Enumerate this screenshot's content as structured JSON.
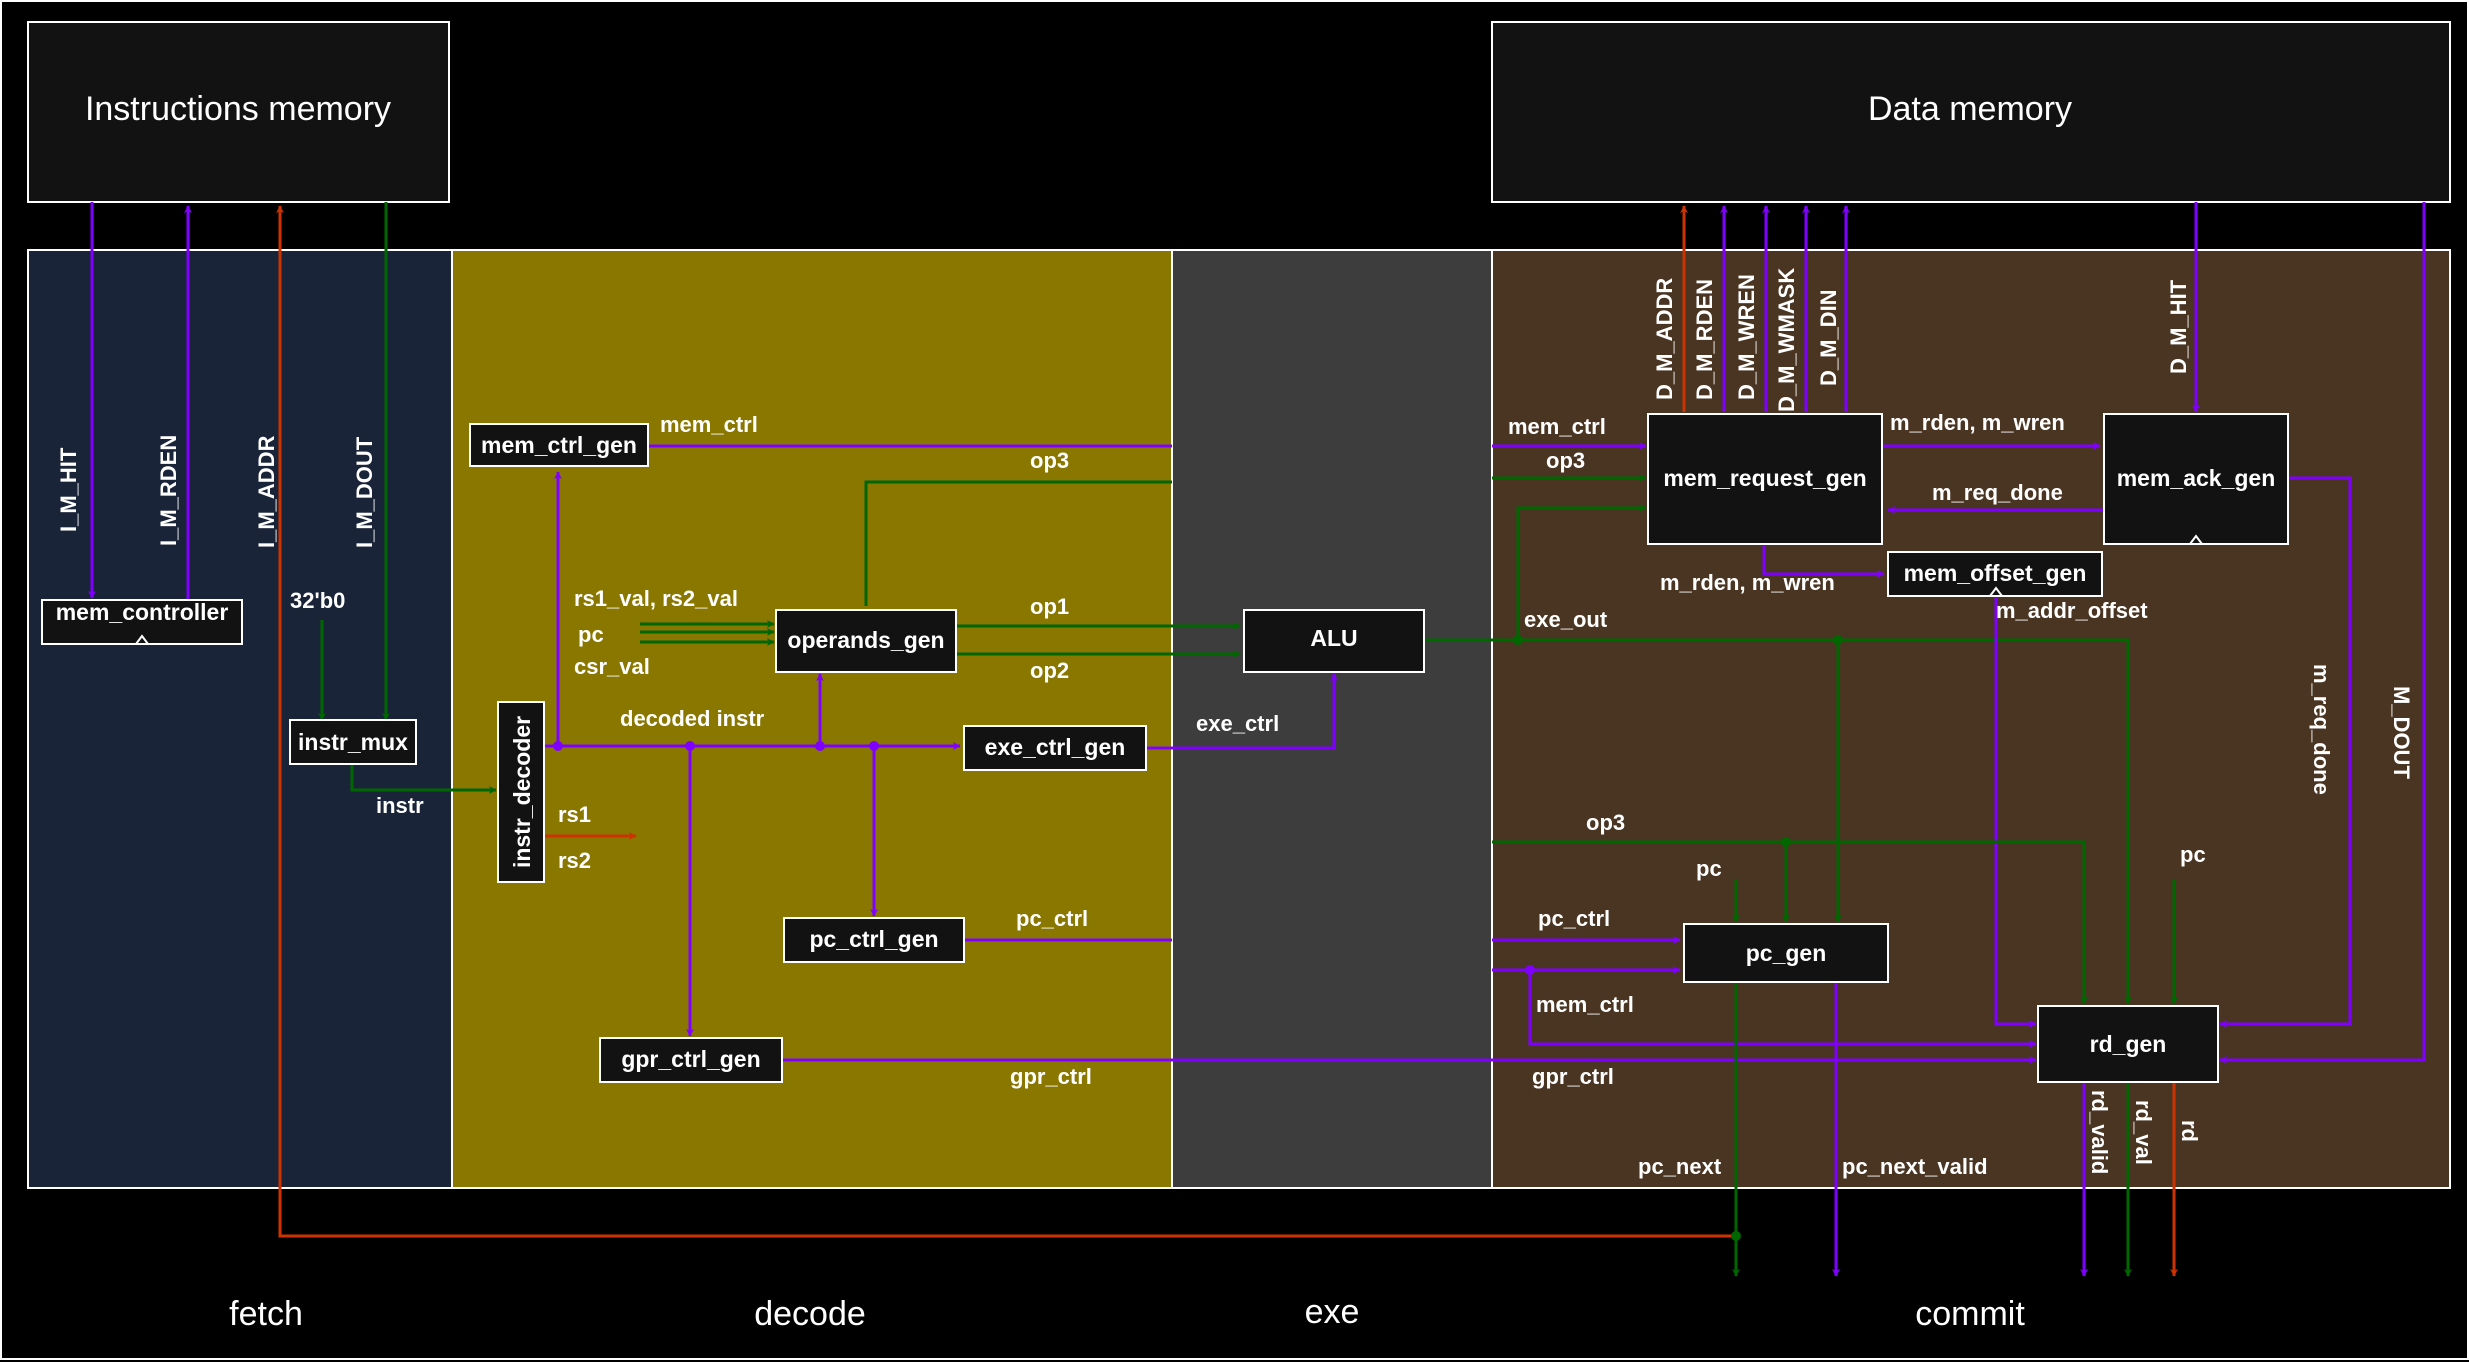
{
  "colors": {
    "background": "#000000",
    "fetch": "#1a2438",
    "decode": "#8a7700",
    "exe": "#3d3d3d",
    "commit": "#4a3523",
    "purple": "#8000ff",
    "green": "#006600",
    "red": "#cc3300",
    "border": "#ffffff",
    "block_fill": "#121212"
  },
  "memories": {
    "instructions": "Instructions memory",
    "data": "Data memory"
  },
  "stages": {
    "fetch": "fetch",
    "decode": "decode",
    "exe": "exe",
    "commit": "commit"
  },
  "blocks": {
    "mem_controller": "mem_controller",
    "instr_mux": "instr_mux",
    "instr_decoder": "instr_decoder",
    "mem_ctrl_gen": "mem_ctrl_gen",
    "operands_gen": "operands_gen",
    "exe_ctrl_gen": "exe_ctrl_gen",
    "pc_ctrl_gen": "pc_ctrl_gen",
    "gpr_ctrl_gen": "gpr_ctrl_gen",
    "alu": "ALU",
    "mem_request_gen": "mem_request_gen",
    "mem_ack_gen": "mem_ack_gen",
    "mem_offset_gen": "mem_offset_gen",
    "pc_gen": "pc_gen",
    "rd_gen": "rd_gen"
  },
  "signals": {
    "i_m_hit": "I_M_HIT",
    "i_m_rden": "I_M_RDEN",
    "i_m_addr": "I_M_ADDR",
    "i_m_dout": "I_M_DOUT",
    "const_zero": "32'b0",
    "instr": "instr",
    "decoded_instr": "decoded instr",
    "rs1": "rs1",
    "rs2": "rs2",
    "mem_ctrl": "mem_ctrl",
    "op3": "op3",
    "rs1_rs2_val": "rs1_val, rs2_val",
    "pc": "pc",
    "csr_val": "csr_val",
    "op1": "op1",
    "op2": "op2",
    "exe_ctrl": "exe_ctrl",
    "pc_ctrl": "pc_ctrl",
    "gpr_ctrl": "gpr_ctrl",
    "exe_out": "exe_out",
    "d_m_addr": "D_M_ADDR",
    "d_m_rden": "D_M_RDEN",
    "d_m_wren": "D_M_WREN",
    "d_m_wmask": "D_M_WMASK",
    "d_m_din": "D_M_DIN",
    "d_m_hit": "D_M_HIT",
    "m_rden_wren": "m_rden, m_wren",
    "m_req_done": "m_req_done",
    "m_addr_offset": "m_addr_offset",
    "m_dout": "M_DOUT",
    "pc_next": "pc_next",
    "pc_next_valid": "pc_next_valid",
    "rd_valid": "rd_valid",
    "rd_val": "rd_val",
    "rd": "rd"
  }
}
